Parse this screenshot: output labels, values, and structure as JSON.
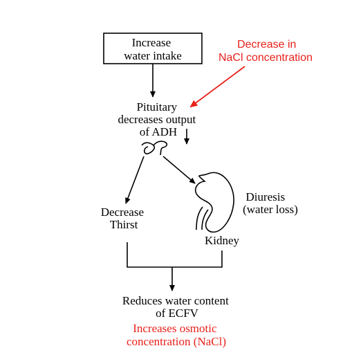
{
  "colors": {
    "text": "#000000",
    "accent": "#e8201a"
  },
  "nodes": {
    "intake": {
      "lines": [
        "Increase",
        "water intake"
      ]
    },
    "nacl_decrease": {
      "lines": [
        "Decrease in",
        "NaCl concentration"
      ]
    },
    "pituitary": {
      "lines": [
        "Pituitary",
        "decreases output",
        "of ADH"
      ]
    },
    "thirst": {
      "lines": [
        "Decrease",
        "Thirst"
      ]
    },
    "diuresis": {
      "lines": [
        "Diuresis",
        "(water loss)"
      ]
    },
    "kidney": {
      "label": "Kidney"
    },
    "ecfv": {
      "lines": [
        "Reduces water content",
        "of ECFV"
      ]
    },
    "osmotic": {
      "lines": [
        "Increases osmotic",
        "concentration (NaCl)"
      ]
    }
  }
}
